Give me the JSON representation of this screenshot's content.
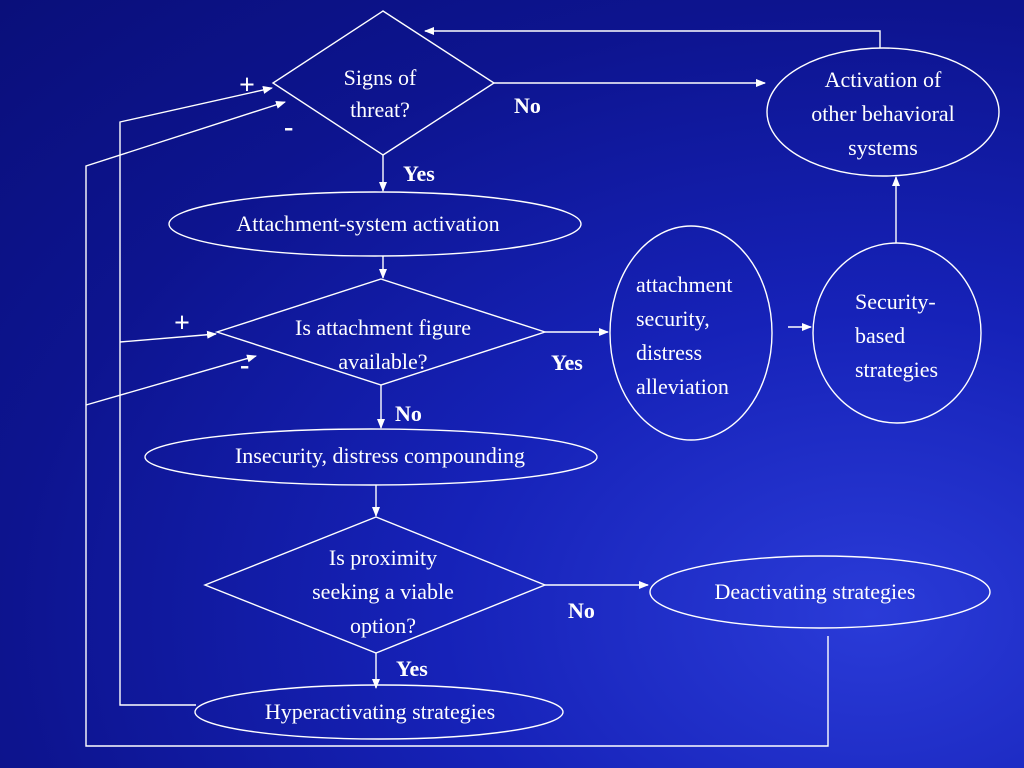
{
  "diagram": {
    "nodes": {
      "signs_of_threat": "Signs of\nthreat?",
      "activation_other": "Activation of\nother behavioral\nsystems",
      "attachment_activation": "Attachment-system activation",
      "figure_available": "Is attachment figure\navailable?",
      "attachment_security": "attachment\nsecurity,\ndistress\nalleviation",
      "security_strategies": "Security-\nbased\nstrategies",
      "insecurity": "Insecurity, distress compounding",
      "proximity_viable": "Is proximity\nseeking a viable\noption?",
      "deactivating": "Deactivating strategies",
      "hyperactivating": "Hyperactivating strategies"
    },
    "edges": {
      "threat_no": "No",
      "threat_yes": "Yes",
      "available_yes": "Yes",
      "available_no": "No",
      "proximity_no": "No",
      "proximity_yes": "Yes"
    },
    "signs": {
      "plus_top": "+",
      "minus_top": "-",
      "plus_mid": "+",
      "minus_mid": "-"
    },
    "colors": {
      "stroke": "#ffffff",
      "background": "#1622b8"
    }
  }
}
